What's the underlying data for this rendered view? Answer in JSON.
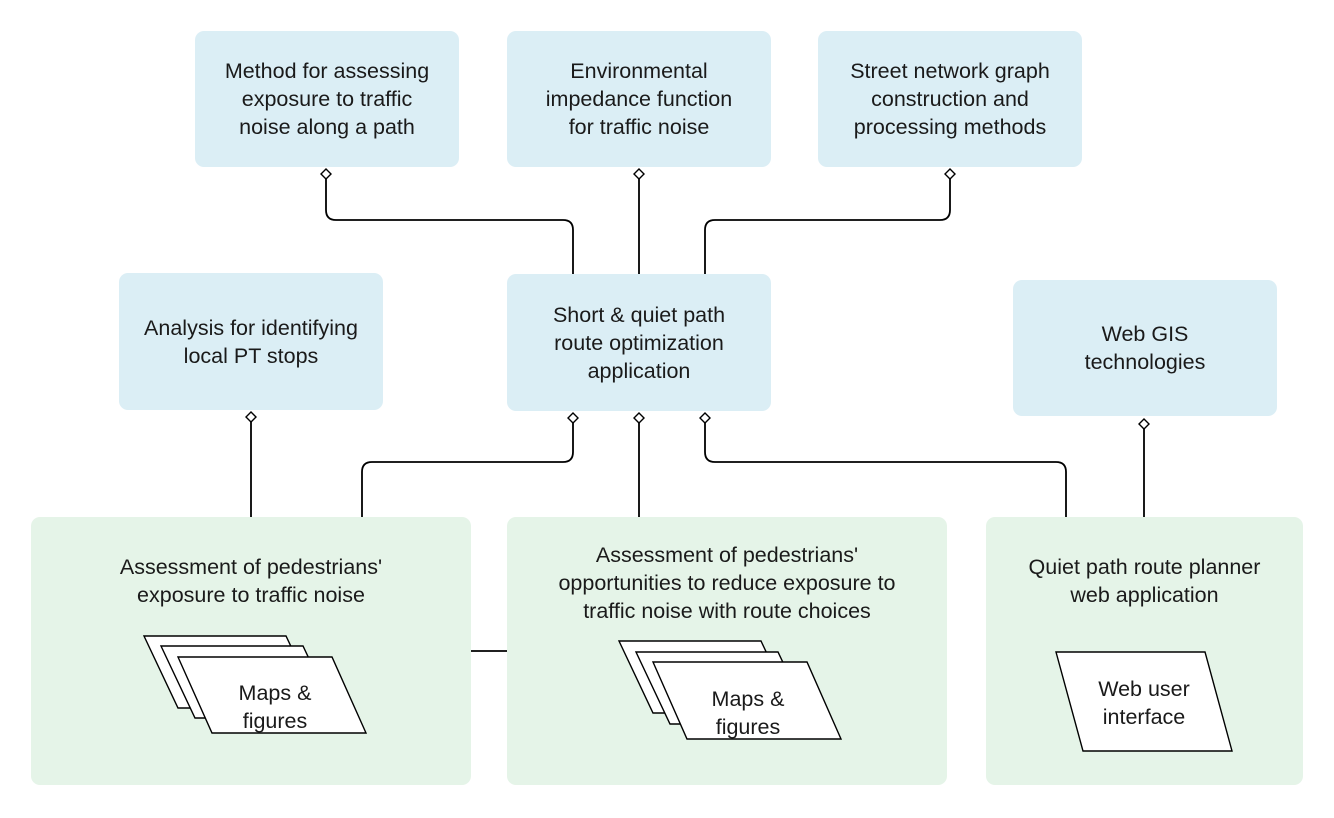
{
  "top_row": [
    {
      "label": "Method for assessing\nexposure to traffic\nnoise along a path"
    },
    {
      "label": "Environmental\nimpedance function\nfor traffic noise"
    },
    {
      "label": "Street network graph\nconstruction and\nprocessing methods"
    }
  ],
  "middle_row": {
    "left": {
      "label": "Analysis for identifying\nlocal PT stops"
    },
    "center": {
      "label": "Short & quiet path\nroute optimization\napplication"
    },
    "right": {
      "label": "Web GIS\ntechnologies"
    }
  },
  "bottom_row": [
    {
      "title": "Assessment of pedestrians'\nexposure to traffic noise",
      "doc_label": "Maps &\nfigures"
    },
    {
      "title": "Assessment of pedestrians'\nopportunities to reduce exposure to\ntraffic noise with route choices",
      "doc_label": "Maps &\nfigures"
    },
    {
      "title": "Quiet path route planner\nweb application",
      "doc_label": "Web user\ninterface"
    }
  ],
  "colors": {
    "method_box": "#dbeef5",
    "output_box": "#e5f4e8",
    "connector": "#000000"
  }
}
